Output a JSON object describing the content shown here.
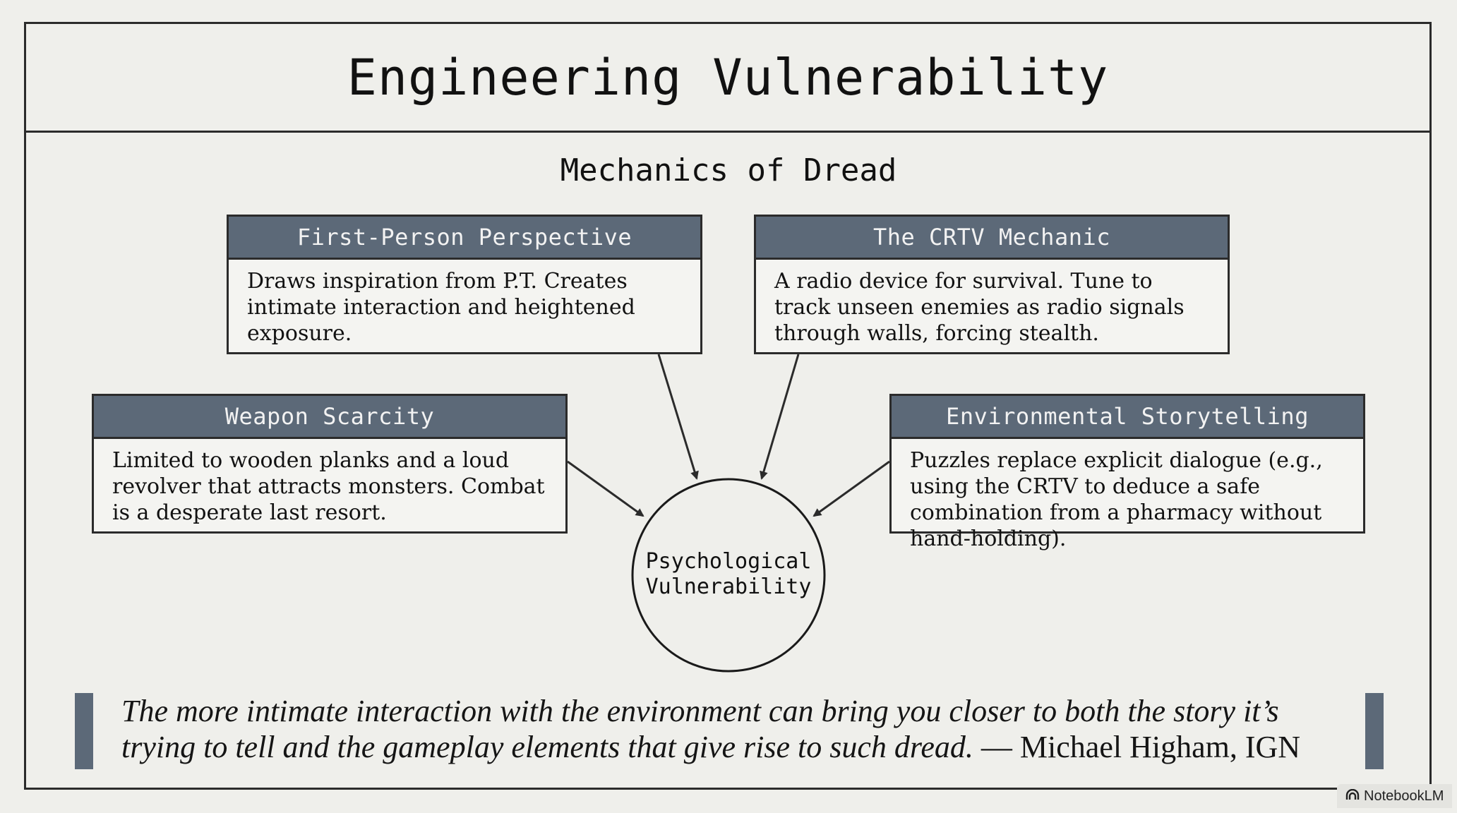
{
  "title": "Engineering Vulnerability",
  "subtitle": "Mechanics of Dread",
  "center": {
    "line1": "Psychological",
    "line2": "Vulnerability"
  },
  "cards": {
    "first_person": {
      "header": "First-Person Perspective",
      "body": "Draws inspiration from P.T. Creates intimate interaction and heightened exposure."
    },
    "crtv": {
      "header": "The CRTV Mechanic",
      "body": "A radio device for survival. Tune to track unseen enemies as radio signals through walls, forcing stealth."
    },
    "weapon": {
      "header": "Weapon Scarcity",
      "body": "Limited to wooden planks and a loud revolver that attracts monsters. Combat is a desperate last resort."
    },
    "environment": {
      "header": "Environmental Storytelling",
      "body": "Puzzles replace explicit dialogue (e.g., using the CRTV to deduce a safe combination from a pharmacy without hand-holding)."
    }
  },
  "quote": {
    "text": "The more intimate interaction with the environment can bring you closer to both the story it’s trying to tell and the gameplay elements that give rise to such dread.",
    "attribution": "— Michael Higham, IGN"
  },
  "badge": {
    "label": "NotebookLM",
    "icon": "notebooklm-logo-icon"
  },
  "colors": {
    "background": "#efefeb",
    "header_fill": "#5c6978",
    "border": "#2b2b2b"
  }
}
